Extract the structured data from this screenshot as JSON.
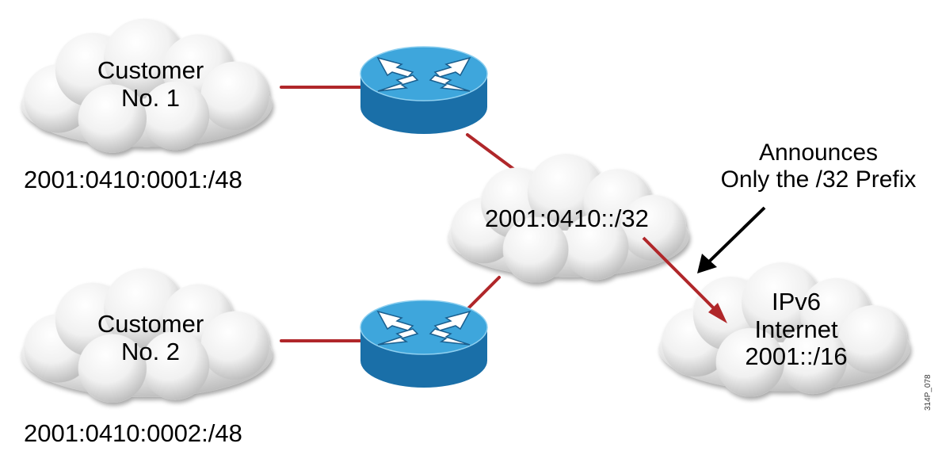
{
  "diagram": {
    "customer1": {
      "line1": "Customer",
      "line2": "No. 1",
      "prefix": "2001:0410:0001:/48"
    },
    "customer2": {
      "line1": "Customer",
      "line2": "No. 2",
      "prefix": "2001:0410:0002:/48"
    },
    "isp": {
      "prefix": "2001:0410::/32"
    },
    "internet": {
      "line1": "IPv6",
      "line2": "Internet",
      "line3": "2001::/16"
    },
    "annotation": {
      "line1": "Announces",
      "line2": "Only the /32 Prefix"
    },
    "figure_id": "314P_078"
  },
  "colors": {
    "link": "#b0272a",
    "router_top": "#3ea6dc",
    "router_side": "#1a6fa8",
    "arrow_black": "#000000"
  },
  "icons": [
    "cloud-icon",
    "router-icon"
  ]
}
